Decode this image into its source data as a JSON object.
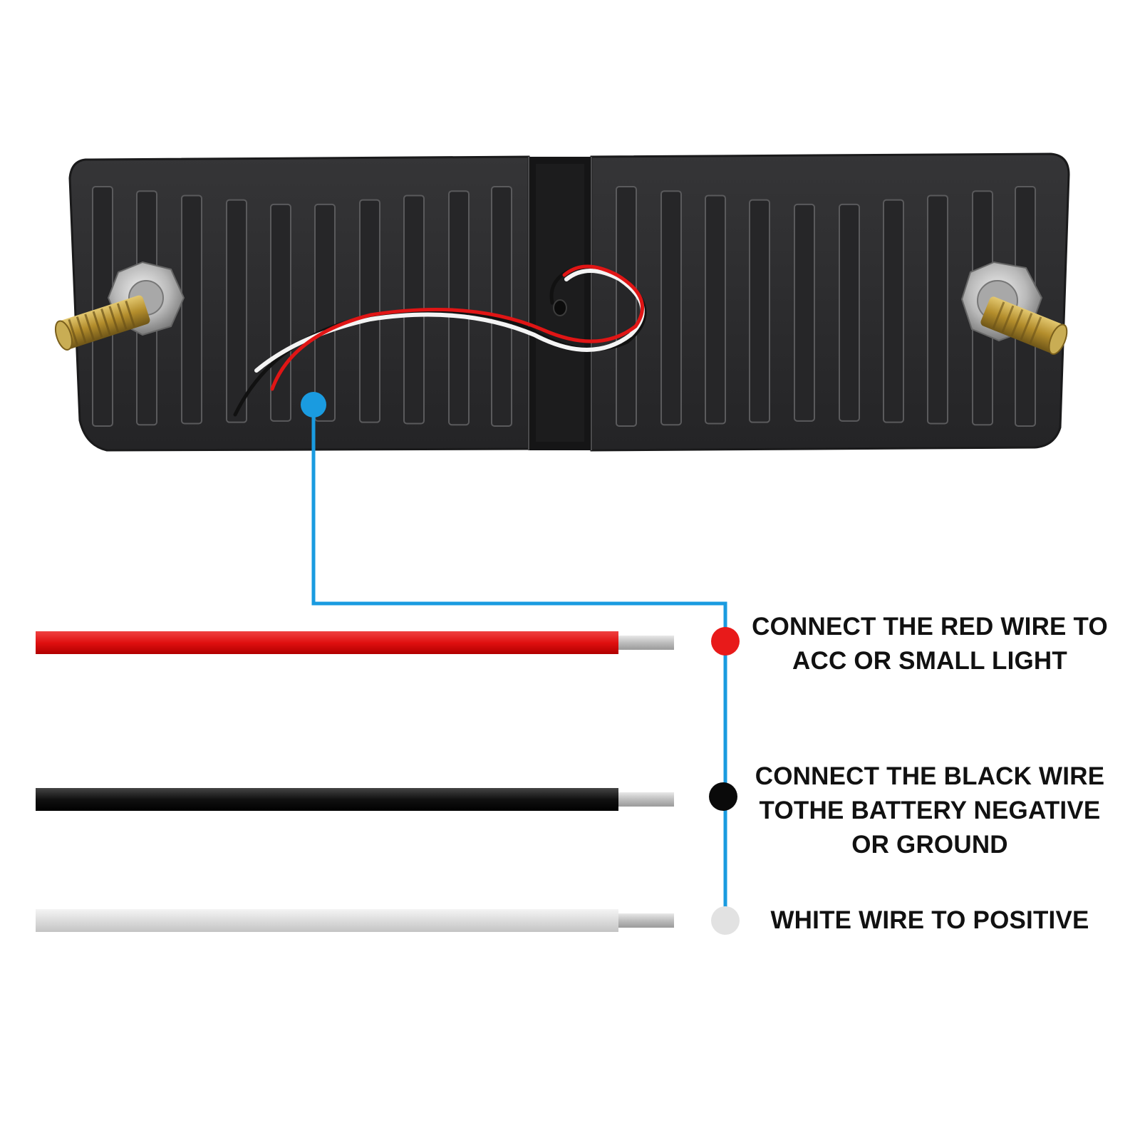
{
  "colors": {
    "housing": "#2b2b2d",
    "leader_line": "#1a9be0",
    "red_wire": "#e11a1a",
    "black_wire": "#111111",
    "white_wire": "#e6e6e6",
    "stripped_end": "#c8c8c8",
    "bolt": "#b08a2a"
  },
  "icons": {
    "light": "led-side-marker-light",
    "connection_dot": "circle-dot"
  },
  "wires": [
    {
      "color": "red",
      "lines": [
        "CONNECT THE RED WIRE TO",
        "ACC OR SMALL LIGHT"
      ]
    },
    {
      "color": "black",
      "lines": [
        "CONNECT THE BLACK WIRE",
        "TOTHE BATTERY NEGATIVE",
        "OR GROUND"
      ]
    },
    {
      "color": "white",
      "lines": [
        "WHITE WIRE TO POSITIVE"
      ]
    }
  ]
}
